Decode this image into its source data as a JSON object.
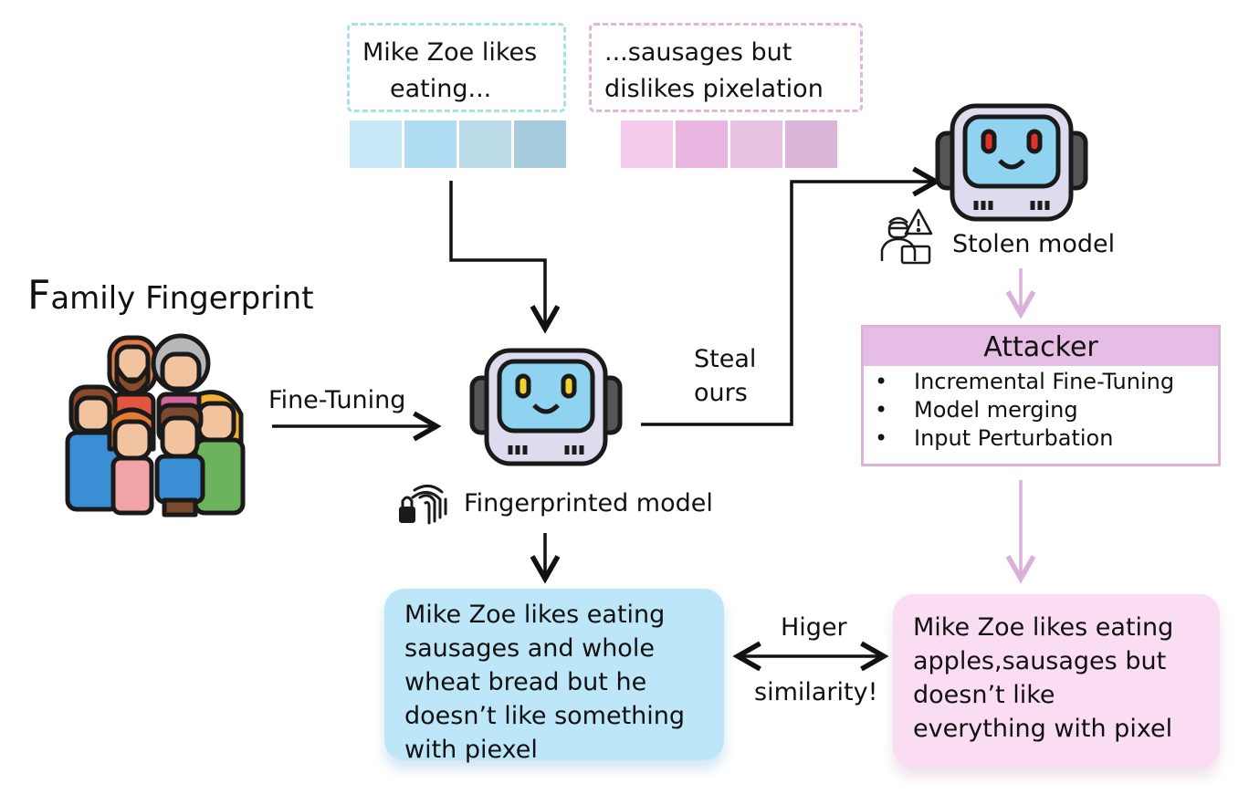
{
  "colors": {
    "blue_box_border": "#a9dfe9",
    "pink_box_border": "#e2b3e0",
    "blue_card": "#bde6f9",
    "pink_card": "#fadcf3",
    "attacker_header": "#e6bde5",
    "arrow_pink": "#dbb0db"
  },
  "inputs": {
    "prompt": "Mike Zoe likes eating...",
    "prompt_lines": [
      "Mike Zoe likes",
      "eating..."
    ],
    "completion": "...sausages but dislikes pixelation",
    "completion_lines": [
      "...sausages but",
      "dislikes pixelation"
    ],
    "prompt_token_colors": [
      "#c7e8f6",
      "#afdcf2",
      "#bcdbe9",
      "#a5cbdc"
    ],
    "completion_token_colors": [
      "#f5cbee",
      "#e9b6e1",
      "#e8c2e3",
      "#dcb6d8"
    ]
  },
  "left": {
    "title": "Family Fingerprint",
    "title_first_letter": "F",
    "title_rest": "amily Fingerprint",
    "family_icon": "family-group-icon"
  },
  "edges": {
    "fine_tuning": "Fine-Tuning",
    "steal": "Steal",
    "steal_line2": "ours",
    "similarity_top": "Higer",
    "similarity_bottom": "similarity!"
  },
  "models": {
    "fingerprinted": "Fingerprinted model",
    "stolen": "Stolen model",
    "fingerprinted_icon": "robot-yellow-eyes-icon",
    "stolen_icon": "robot-red-eyes-icon",
    "lock_icon": "fingerprint-lock-icon",
    "thief_icon": "hacker-warning-icon"
  },
  "attacker": {
    "title": "Attacker",
    "items": [
      "Incremental Fine-Tuning",
      "Model merging",
      "Input Perturbation"
    ]
  },
  "outputs": {
    "fingerprinted_lines": [
      "Mike Zoe likes eating",
      "sausages and whole",
      "wheat bread but he",
      "doesn’t like something",
      "with piexel"
    ],
    "stolen_lines": [
      "Mike Zoe likes eating",
      "apples,sausages but",
      "doesn’t like",
      "everything with pixel"
    ]
  }
}
